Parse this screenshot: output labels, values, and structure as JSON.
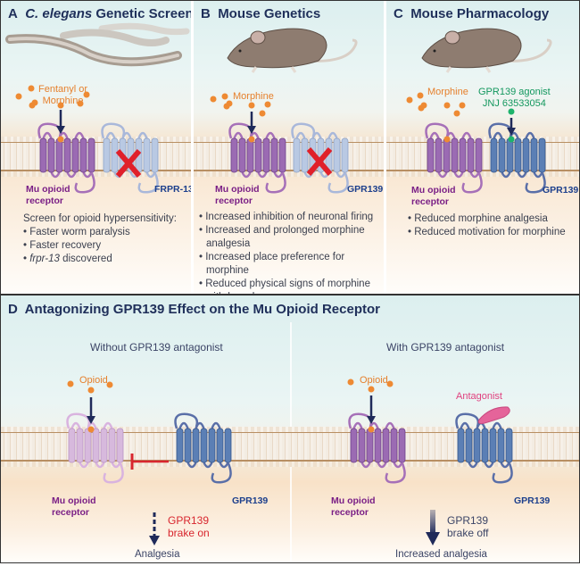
{
  "panels": {
    "a": {
      "letter": "A",
      "title_italic": "C. elegans",
      "title_rest": " Genetic Screen",
      "drug_label_line1": "Fentanyl or",
      "drug_label_line2": "Morphine",
      "receptor1_line1": "Mu opioid",
      "receptor1_line2": "receptor",
      "receptor2": "FRPR-13",
      "receptor2_knocked_out": true,
      "list_heading": "Screen for opioid hypersensitivity:",
      "items": [
        "Faster worm paralysis",
        "Faster recovery"
      ],
      "item3_italic": "frpr-13",
      "item3_rest": " discovered"
    },
    "b": {
      "letter": "B",
      "title": "Mouse Genetics",
      "drug_label": "Morphine",
      "receptor1_line1": "Mu opioid",
      "receptor1_line2": "receptor",
      "receptor2": "GPR139",
      "receptor2_knocked_out": true,
      "items": [
        "Increased inhibition of neuronal firing",
        "Increased and prolonged morphine analgesia",
        "Increased place preference for morphine",
        "Reduced physical signs of morphine withdrawal"
      ]
    },
    "c": {
      "letter": "C",
      "title": "Mouse Pharmacology",
      "drug_label": "Morphine",
      "agonist_line1": "GPR139 agonist",
      "agonist_line2": "JNJ 63533054",
      "receptor1_line1": "Mu opioid",
      "receptor1_line2": "receptor",
      "receptor2": "GPR139",
      "items": [
        "Reduced morphine analgesia",
        "Reduced motivation for morphine"
      ]
    },
    "d": {
      "letter": "D",
      "title": "Antagonizing GPR139 Effect on the Mu Opioid Receptor",
      "left": {
        "subtitle": "Without GPR139 antagonist",
        "drug_label": "Opioid",
        "receptor1_line1": "Mu opioid",
        "receptor1_line2": "receptor",
        "receptor2": "GPR139",
        "brake_line1": "GPR139",
        "brake_line2": "brake on",
        "outcome": "Analgesia"
      },
      "right": {
        "subtitle": "With GPR139 antagonist",
        "drug_label": "Opioid",
        "antagonist_label": "Antagonist",
        "receptor1_line1": "Mu opioid",
        "receptor1_line2": "receptor",
        "receptor2": "GPR139",
        "brake_line1": "GPR139",
        "brake_line2": "brake off",
        "outcome": "Increased analgesia"
      }
    }
  },
  "colors": {
    "title": "#1f2f5a",
    "mu_receptor": "#9b6bb3",
    "mu_receptor_faded": "#d7b9dd",
    "frpr13": "#b9c9e3",
    "gpr139": "#5b7fb5",
    "knockout_x": "#e0202a",
    "drug_orange": "#ee8a33",
    "agonist_green": "#1db36b",
    "antagonist_pink": "#e5649a",
    "inhibit_red": "#d8262e",
    "arrow_navy": "#1f2a5a"
  }
}
